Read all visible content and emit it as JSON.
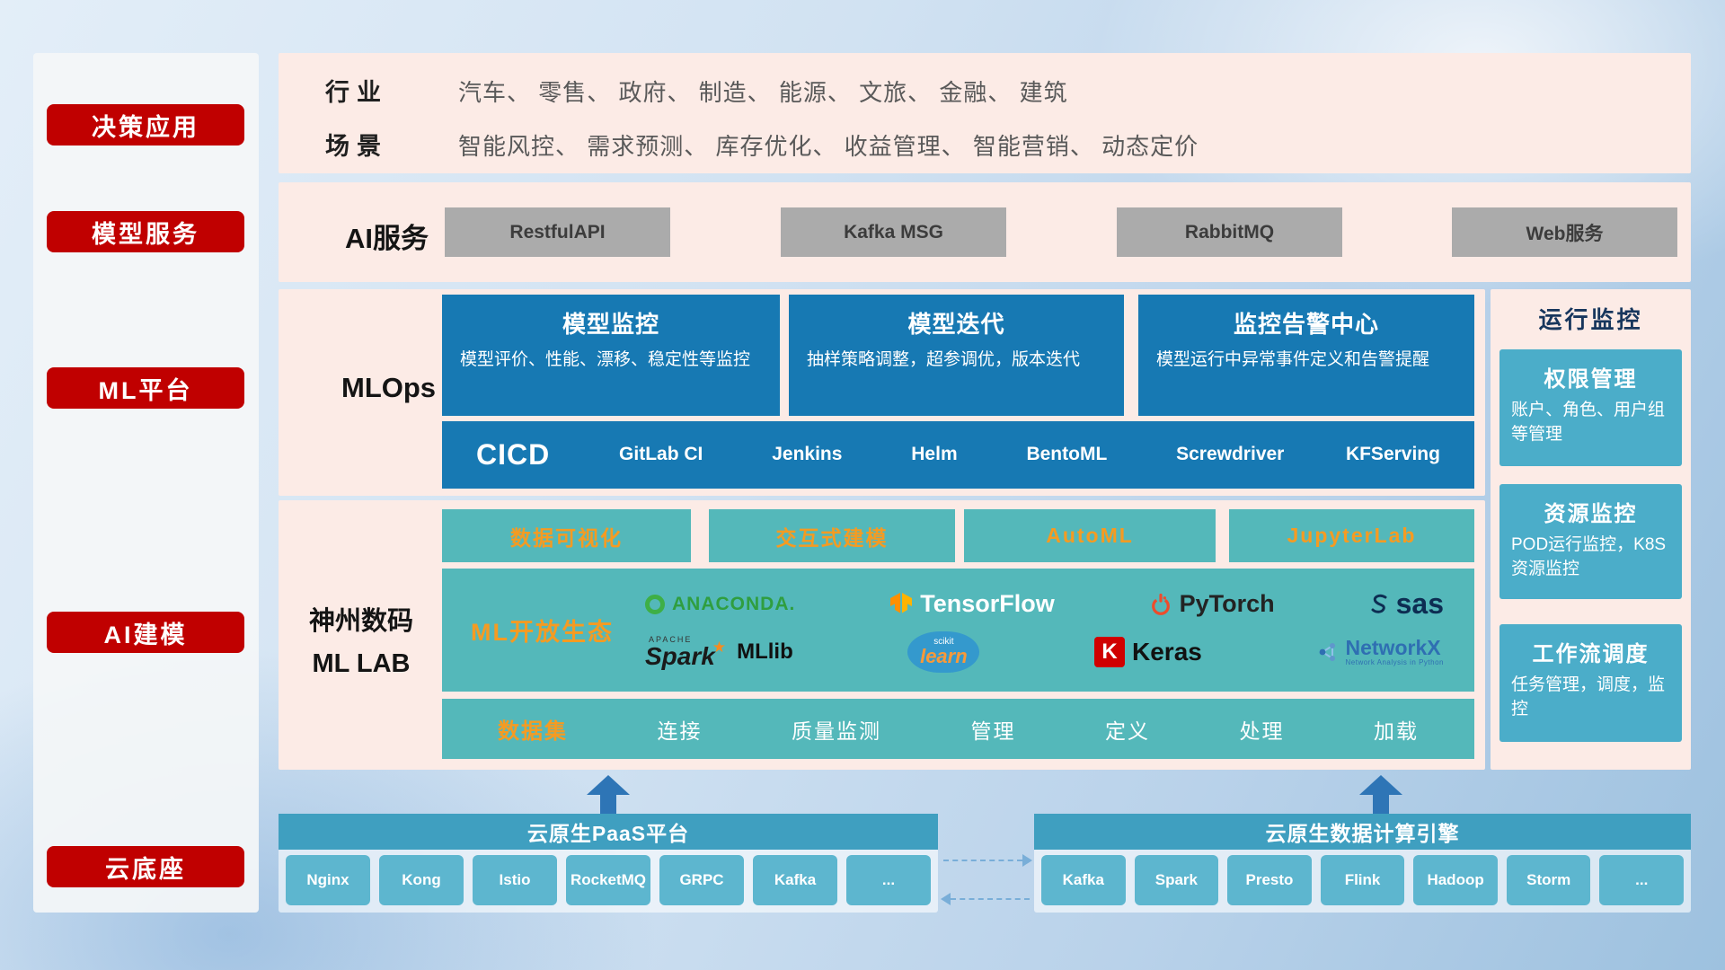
{
  "colors": {
    "accent_red": "#c00000",
    "band_pink": "#fcebe6",
    "box_blue": "#1779b3",
    "box_teal": "#54b8ba",
    "accent_orange": "#f59b22",
    "monitor_teal": "#4badc9",
    "bottom_bar_blue": "#3f9fc0",
    "arrow_blue": "#2e75b6"
  },
  "sidebar": {
    "items": [
      {
        "label": "决策应用"
      },
      {
        "label": "模型服务"
      },
      {
        "label": "ML平台"
      },
      {
        "label": "AI建模"
      },
      {
        "label": "云底座"
      }
    ]
  },
  "industry_scene": {
    "industry_label": "行业",
    "industry_items": "汽车、 零售、 政府、 制造、 能源、 文旅、 金融、 建筑",
    "scene_label": "场景",
    "scene_items": "智能风控、 需求预测、 库存优化、 收益管理、 智能营销、 动态定价"
  },
  "ai_service": {
    "label": "AI服务",
    "buttons": [
      "RestfulAPI",
      "Kafka MSG",
      "RabbitMQ",
      "Web服务"
    ]
  },
  "mlops": {
    "label": "MLOps",
    "cards": [
      {
        "title": "模型监控",
        "desc": "模型评价、性能、漂移、稳定性等监控"
      },
      {
        "title": "模型迭代",
        "desc": "抽样策略调整，超参调优，版本迭代"
      },
      {
        "title": "监控告警中心",
        "desc": "模型运行中异常事件定义和告警提醒"
      }
    ],
    "cicd_label": "CICD",
    "cicd_items": [
      "GitLab CI",
      "Jenkins",
      "Helm",
      "BentoML",
      "Screwdriver",
      "KFServing"
    ]
  },
  "mllab": {
    "org_line1": "神州数码",
    "org_line2": "ML LAB",
    "feature_buttons": [
      "数据可视化",
      "交互式建模",
      "AutoML",
      "JupyterLab"
    ],
    "ecosystem_label": "ML开放生态",
    "logos": {
      "anaconda": "ANACONDA.",
      "tensorflow": "TensorFlow",
      "pytorch": "PyTorch",
      "sas": "sas",
      "apache": "APACHE",
      "spark": "Spark",
      "mllib": "MLlib",
      "scikit": "scikit",
      "learn": "learn",
      "keras_initial": "K",
      "keras": "Keras",
      "networkx": "NetworkX",
      "networkx_sub": "Network Analysis in Python"
    },
    "dataset_label": "数据集",
    "dataset_items": [
      "连接",
      "质量监测",
      "管理",
      "定义",
      "处理",
      "加载"
    ]
  },
  "monitoring": {
    "title": "运行监控",
    "cards": [
      {
        "title": "权限管理",
        "desc": "账户、角色、用户组等管理"
      },
      {
        "title": "资源监控",
        "desc": "POD运行监控，K8S资源监控"
      },
      {
        "title": "工作流调度",
        "desc": "任务管理，调度，监控"
      }
    ]
  },
  "bottom": {
    "paas_title": "云原生PaaS平台",
    "paas_buttons": [
      "Nginx",
      "Kong",
      "Istio",
      "RocketMQ",
      "GRPC",
      "Kafka",
      "..."
    ],
    "engine_title": "云原生数据计算引擎",
    "engine_buttons": [
      "Kafka",
      "Spark",
      "Presto",
      "Flink",
      "Hadoop",
      "Storm",
      "..."
    ]
  }
}
